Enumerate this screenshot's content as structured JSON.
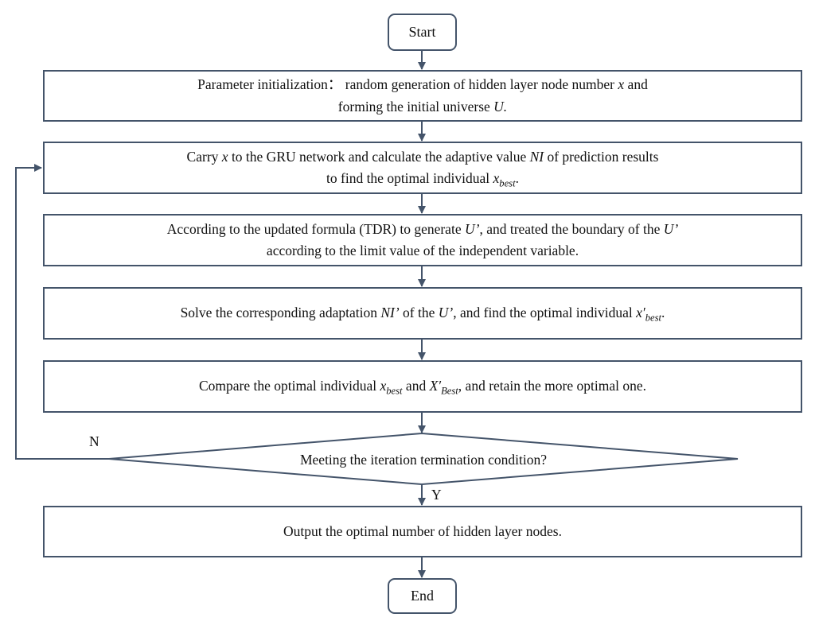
{
  "nodes": {
    "start": "Start",
    "init": {
      "l1_a": "Parameter initialization：  random generation of hidden layer node number ",
      "l1_var": "x",
      "l1_b": " and",
      "l2_a": "forming the initial universe ",
      "l2_var": "U."
    },
    "evaluate": {
      "l1_a": "Carry ",
      "l1_var1": "x",
      "l1_b": " to the GRU network and calculate the adaptive value ",
      "l1_var2": "NI",
      "l1_c": " of prediction results",
      "l2_a": "to find the optimal individual ",
      "l2_var": "x",
      "l2_sub": "best",
      "l2_b": "."
    },
    "update": {
      "l1_a": "According to the updated formula (TDR) to generate ",
      "l1_var1": "U’",
      "l1_b": ",  and treated the boundary of the ",
      "l1_var2": "U’",
      "l2": "according to the limit value of the independent variable."
    },
    "solve": {
      "a": "Solve the corresponding adaptation ",
      "var1": "NI’",
      "b": " of the ",
      "var2": "U’",
      "c": ", and find the optimal individual ",
      "var3": "x′",
      "sub": "best",
      "d": "."
    },
    "compare": {
      "a": "Compare the optimal individual ",
      "var1": "x",
      "sub1": "best",
      "b": " and ",
      "var2": "X′",
      "sub2": "Best",
      "c": ", and retain the more optimal one."
    },
    "decision": "Meeting the iteration termination condition?",
    "output": "Output the optimal number of hidden layer nodes.",
    "end": "End"
  },
  "branches": {
    "no": "N",
    "yes": "Y"
  },
  "colors": {
    "stroke": "#44546a",
    "text": "#111111",
    "background": "#ffffff"
  }
}
